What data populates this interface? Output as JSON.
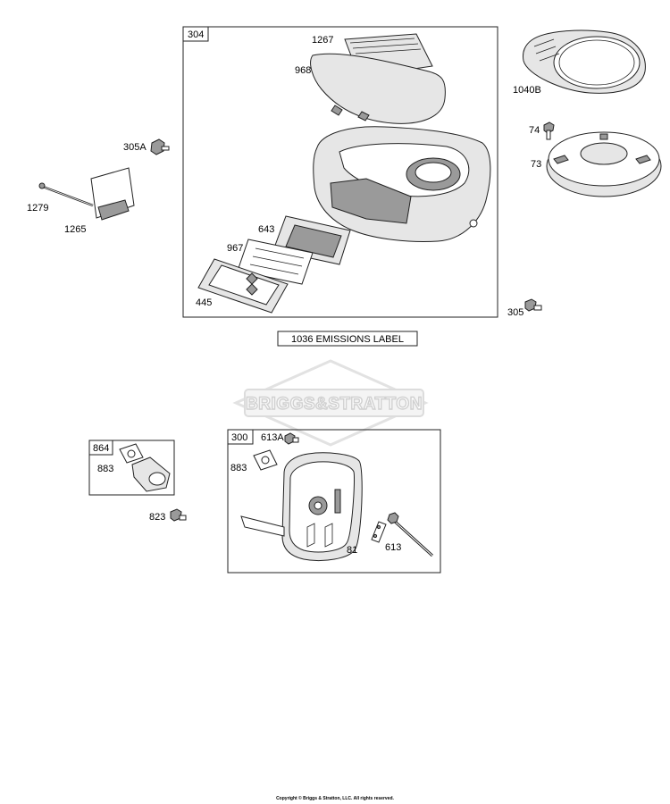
{
  "boxes": {
    "b304": "304",
    "b864": "864",
    "b300": "300"
  },
  "labels": {
    "p1267": "1267",
    "p968": "968",
    "p1040B": "1040B",
    "p74": "74",
    "p73": "73",
    "p305A": "305A",
    "p1279": "1279",
    "p1265": "1265",
    "p643": "643",
    "p967": "967",
    "p445": "445",
    "p305": "305",
    "p883a": "883",
    "p823": "823",
    "p613A": "613A",
    "p883b": "883",
    "p81": "81",
    "p613": "613"
  },
  "emissions_label": "1036 EMISSIONS LABEL",
  "watermark": "BRIGGS&STRATTON",
  "copyright": "Copyright © Briggs & Stratton, LLC. All rights reserved."
}
